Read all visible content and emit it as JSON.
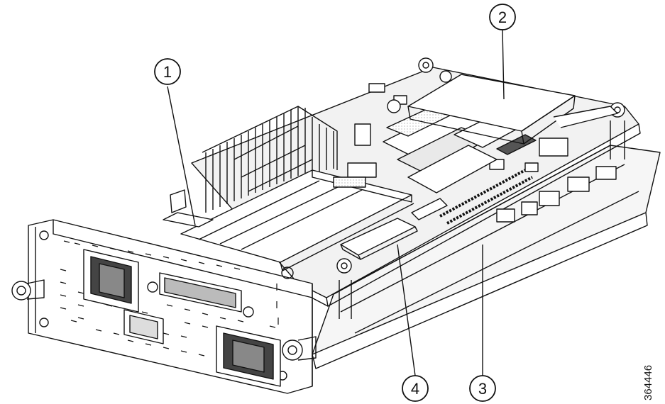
{
  "figure": {
    "callouts": [
      {
        "id": "1",
        "label": "1"
      },
      {
        "id": "2",
        "label": "2"
      },
      {
        "id": "3",
        "label": "3"
      },
      {
        "id": "4",
        "label": "4"
      }
    ],
    "figure_number": "364446"
  },
  "colors": {
    "ink": "#111111",
    "paper": "#ffffff",
    "board_shade": "#f2f2f2",
    "metal_shade": "#e6e6e6",
    "dark_fill": "#555555"
  }
}
